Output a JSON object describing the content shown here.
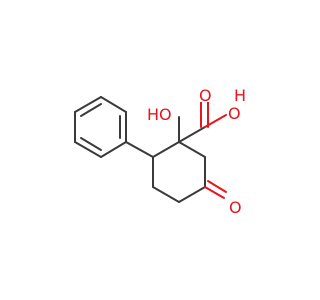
{
  "molecule": {
    "labels": {
      "ho": "HO",
      "o_acid": "O",
      "h_acid": "H",
      "o_ketone": "O"
    },
    "colors": {
      "bond": "#3a3a3a",
      "heteroatom": "#e8141d",
      "background": "#ffffff"
    }
  }
}
